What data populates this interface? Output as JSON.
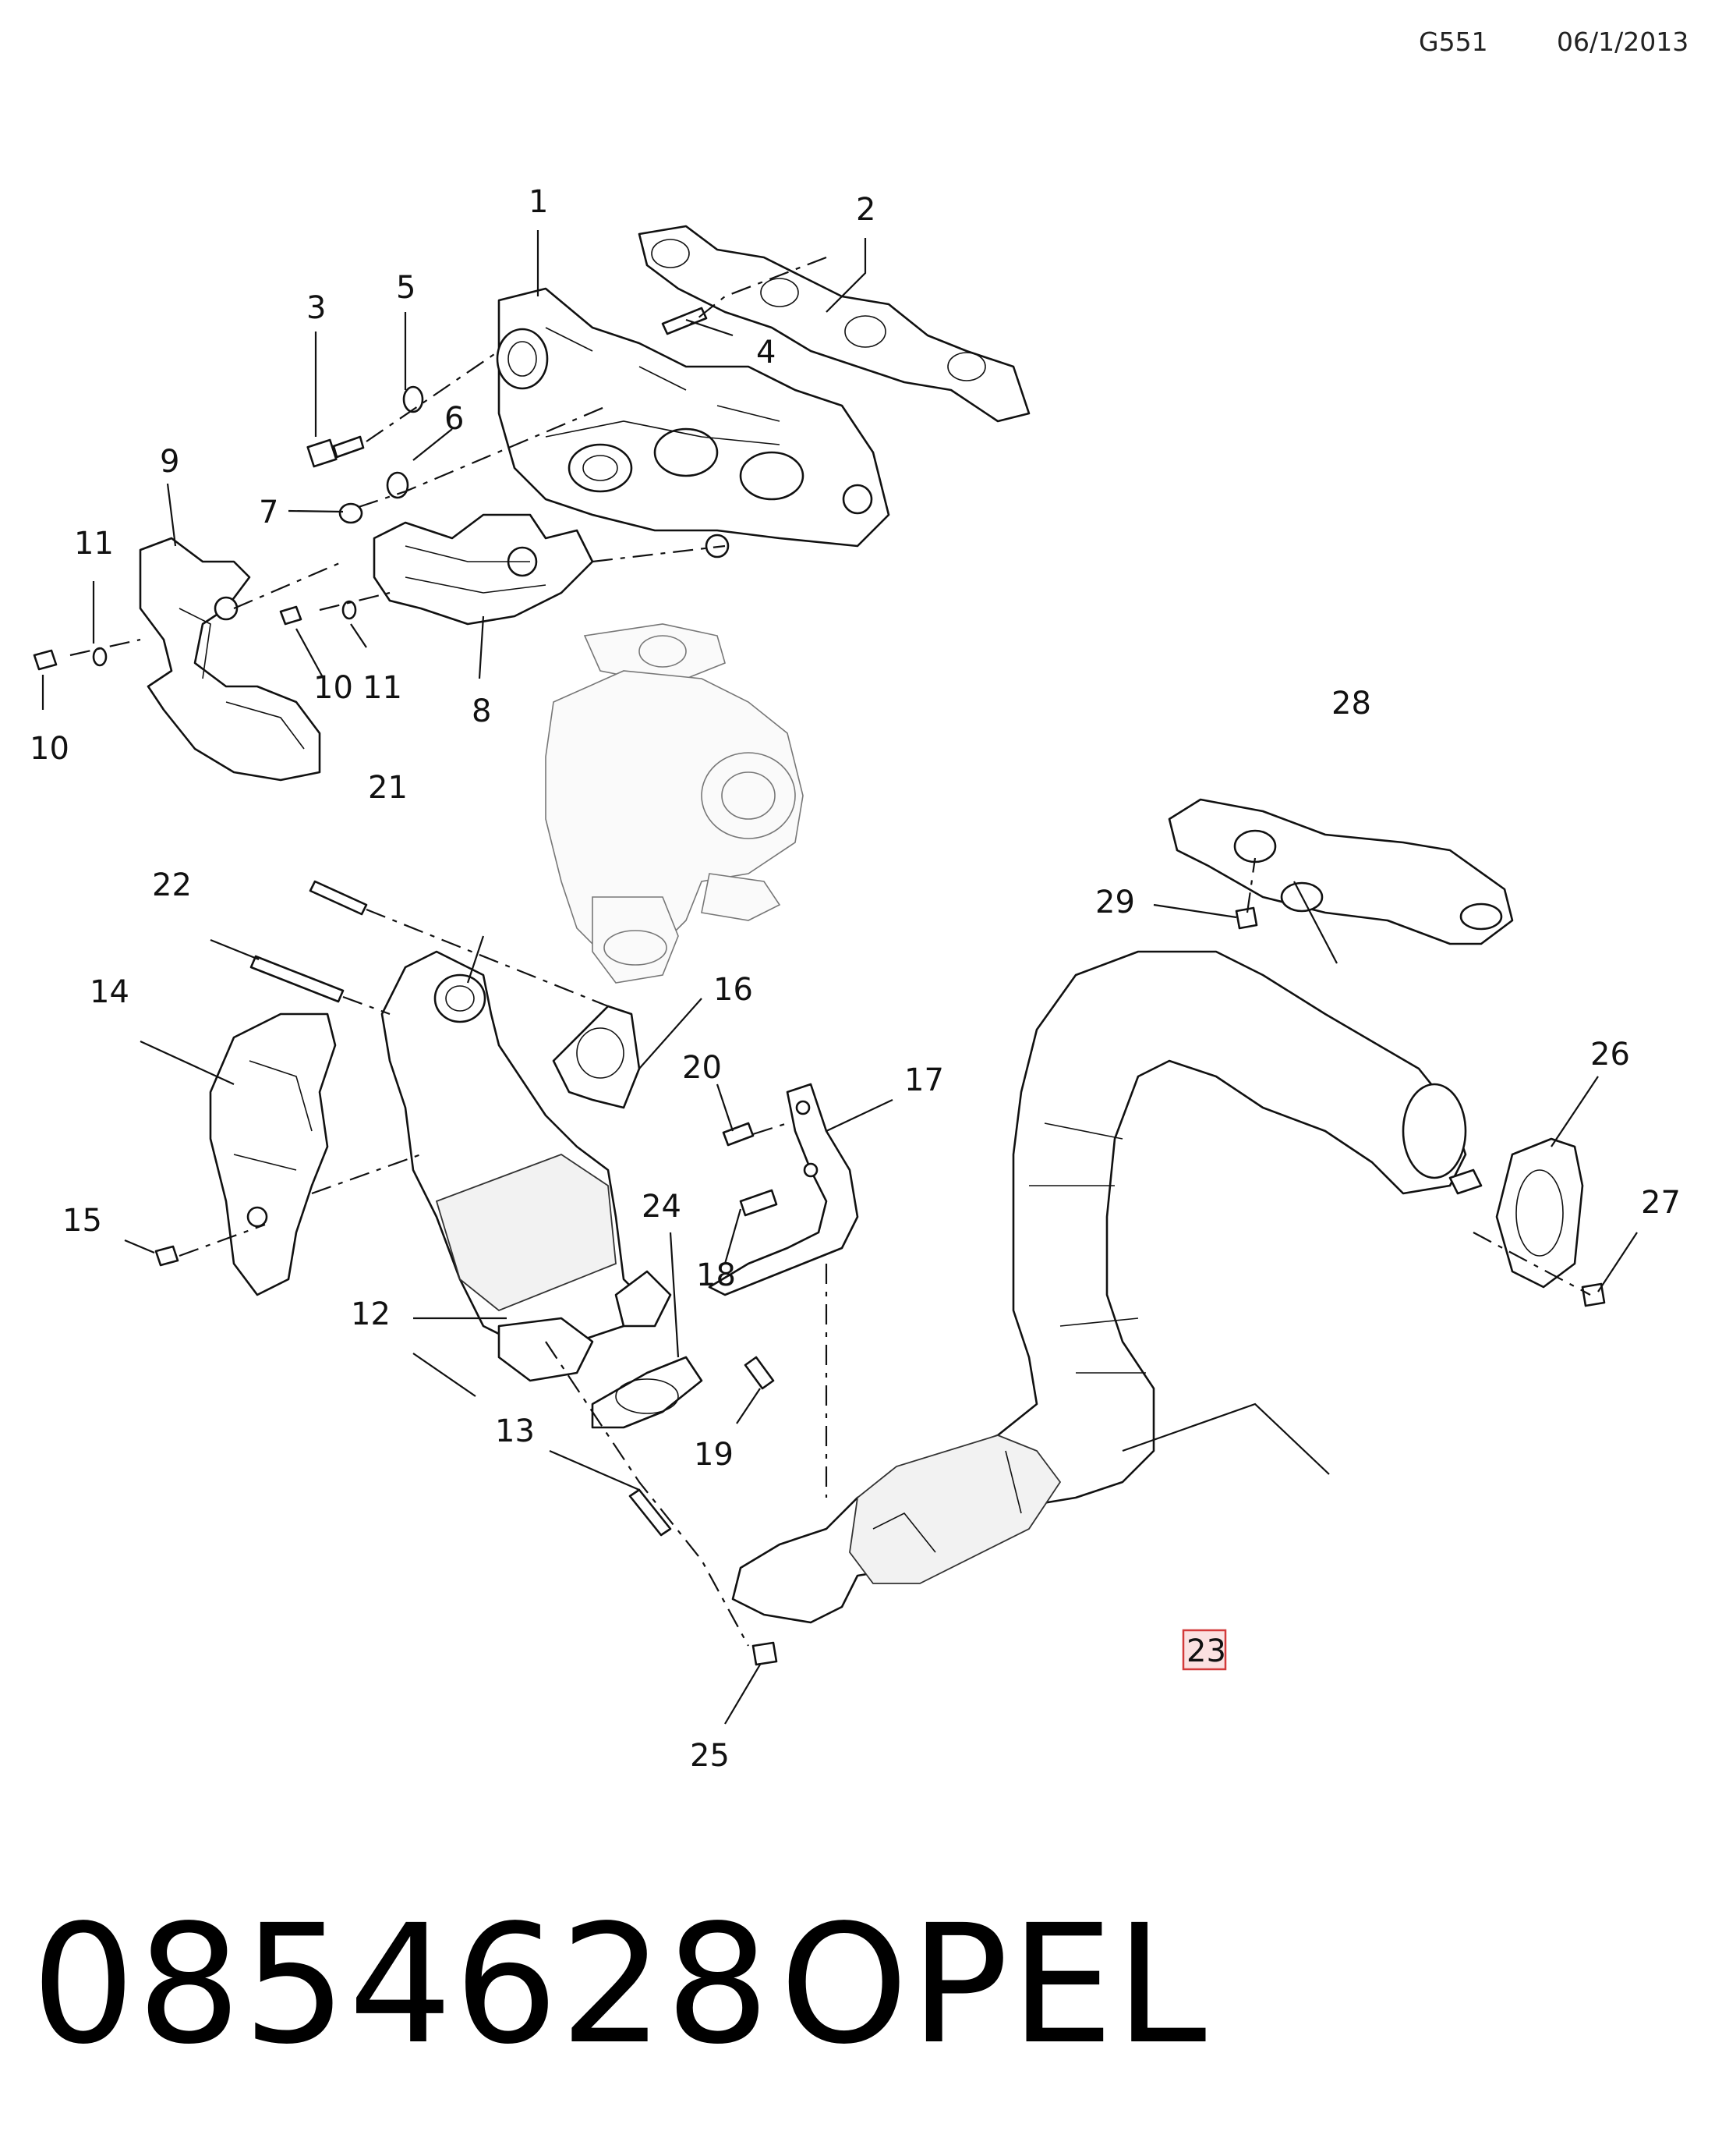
{
  "header": {
    "code": "G551",
    "date": "06/1/2013"
  },
  "footer": {
    "part_number": "0854628",
    "brand": "OPEL"
  },
  "highlight_color": "#d23a3a",
  "callouts": {
    "c1": "1",
    "c2": "2",
    "c3": "3",
    "c4": "4",
    "c5": "5",
    "c6": "6",
    "c7": "7",
    "c8": "8",
    "c9": "9",
    "c10a": "10",
    "c10b": "10",
    "c11a": "11",
    "c11b": "11",
    "c12": "12",
    "c13": "13",
    "c14": "14",
    "c15": "15",
    "c16": "16",
    "c17": "17",
    "c18": "18",
    "c19": "19",
    "c20": "20",
    "c21": "21",
    "c22": "22",
    "c23": "23",
    "c24": "24",
    "c25": "25",
    "c26": "26",
    "c27": "27",
    "c28": "28",
    "c29": "29"
  },
  "selected_callout": "23"
}
